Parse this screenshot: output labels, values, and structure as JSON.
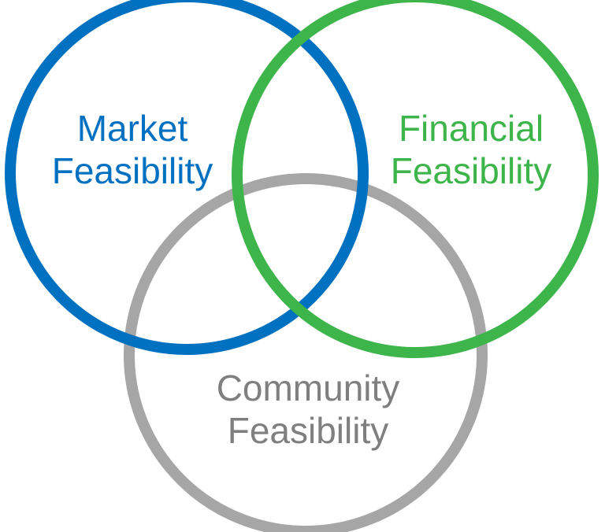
{
  "circles": [
    {
      "id": "market",
      "line1": "Market",
      "line2": "Feasibility",
      "color": "#0070c0",
      "text_color": "#0070c0"
    },
    {
      "id": "financial",
      "line1": "Financial",
      "line2": "Feasibility",
      "color": "#3db54a",
      "text_color": "#3db54a"
    },
    {
      "id": "community",
      "line1": "Community",
      "line2": "Feasibility",
      "color": "#a6a6a6",
      "text_color": "#7f7f7f"
    }
  ]
}
